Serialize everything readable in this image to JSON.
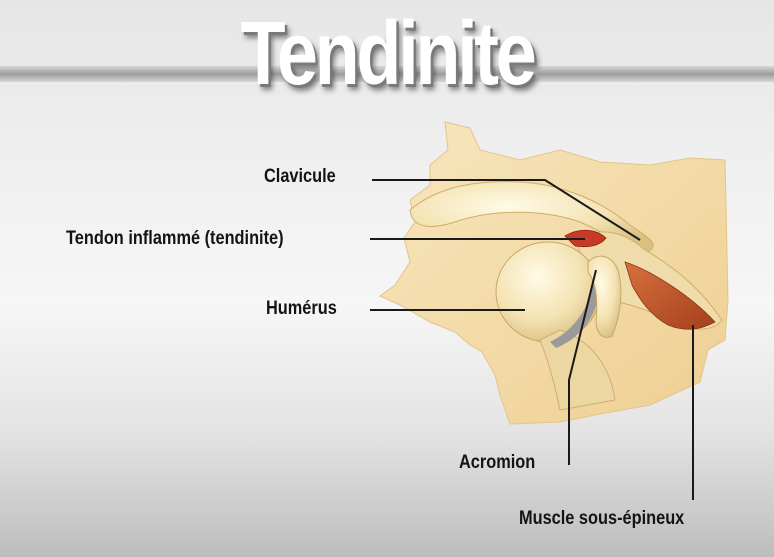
{
  "title": "Tendinite",
  "labels": {
    "clavicule": "Clavicule",
    "tendon": "Tendon inflammé (tendinite)",
    "humerus": "Humérus",
    "acromion": "Acromion",
    "muscle": "Muscle sous-épineux"
  },
  "colors": {
    "bone": "#f3e2b0",
    "muscle": "#c0552c",
    "skin": "#f2d8a4",
    "leader_line": "#1a1a1a"
  }
}
